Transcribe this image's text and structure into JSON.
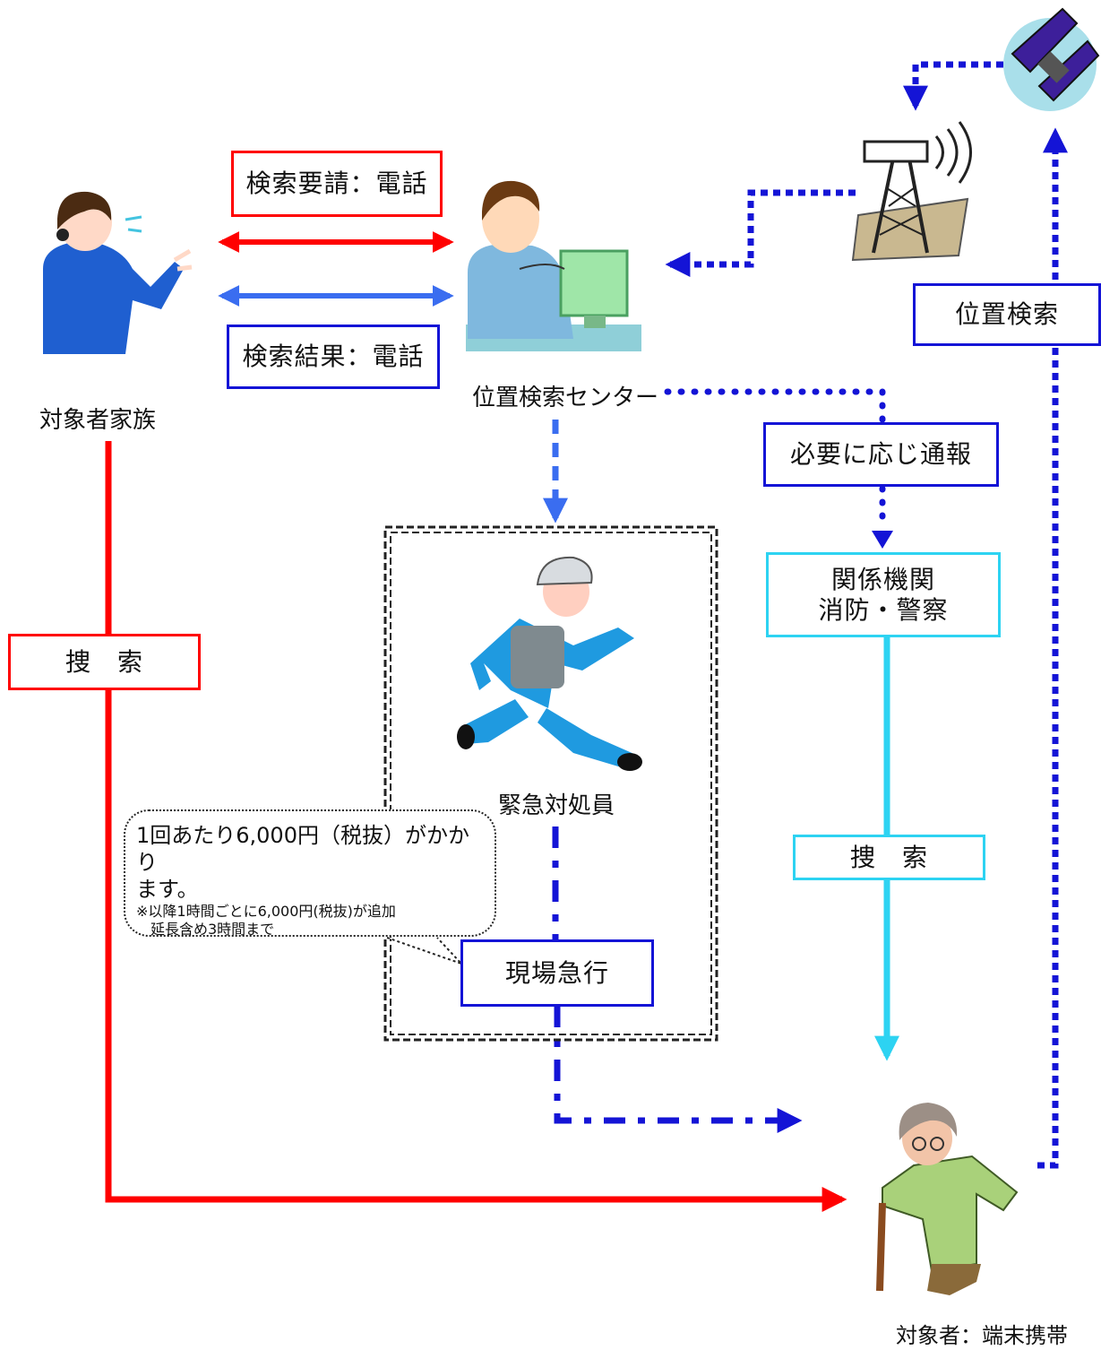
{
  "labels": {
    "family": "対象者家族",
    "center": "位置検索センター",
    "responder": "緊急対処員",
    "subject": "対象者：端末携帯"
  },
  "boxes": {
    "search_request": "検索要請：電話",
    "search_result": "検索結果：電話",
    "family_search": "捜　索",
    "location_search": "位置検索",
    "report_as_needed": "必要に応じ通報",
    "agencies_line1": "関係機関",
    "agencies_line2": "消防・警察",
    "agency_search": "捜　索",
    "rush_to_site": "現場急行"
  },
  "callout": {
    "line1": "1回あたり6,000円（税抜）がかかり",
    "line2": "ます。",
    "note1": "※以降1時間ごとに6,000円(税抜)が追加",
    "note2": "　延長含め3時間まで"
  },
  "colors": {
    "red": "#ff0000",
    "blue": "#1414d6",
    "light_blue": "#3a6df0",
    "cyan": "#2dd3f2"
  },
  "icons": {
    "family": "person-on-phone-icon",
    "operator": "operator-at-computer-icon",
    "tower": "radio-tower-icon",
    "satellite": "satellite-icon",
    "responder": "running-guard-icon",
    "subject": "elderly-person-with-cane-icon"
  }
}
